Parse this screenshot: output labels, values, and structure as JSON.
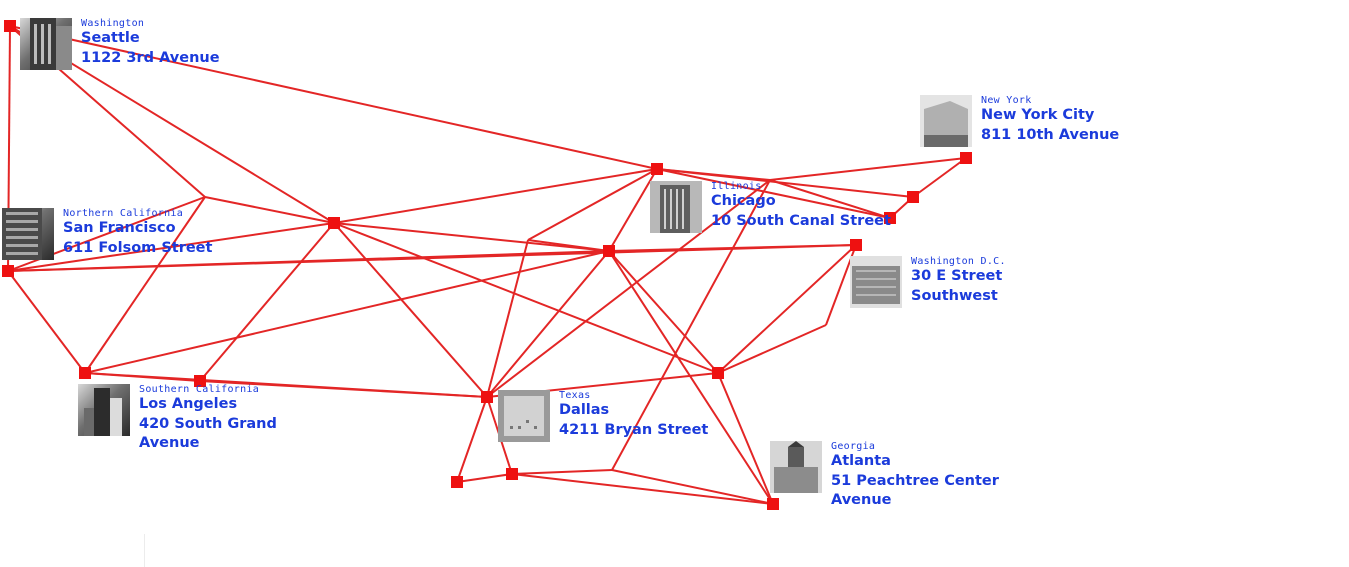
{
  "colors": {
    "route": "#e32626",
    "node": "#ee1111",
    "text": "#1b3bdb"
  },
  "locations": [
    {
      "id": "seattle",
      "region": "Washington",
      "city": "Seattle",
      "address": "1122 3rd Avenue",
      "photo_icon": "building-photo"
    },
    {
      "id": "sf",
      "region": "Northern California",
      "city": "San Francisco",
      "address": "611 Folsom Street",
      "photo_icon": "building-photo"
    },
    {
      "id": "la",
      "region": "Southern California",
      "city": "Los Angeles",
      "address": "420 South Grand Avenue",
      "photo_icon": "building-photo"
    },
    {
      "id": "dallas",
      "region": "Texas",
      "city": "Dallas",
      "address": "4211 Bryan Street",
      "photo_icon": "building-photo"
    },
    {
      "id": "chicago",
      "region": "Illinois",
      "city": "Chicago",
      "address": "10 South Canal Street",
      "photo_icon": "building-photo"
    },
    {
      "id": "nyc",
      "region": "New York",
      "city": "New York City",
      "address": "811 10th Avenue",
      "photo_icon": "building-photo"
    },
    {
      "id": "dc",
      "region": "Washington D.C.",
      "city": "",
      "address": "30 E Street Southwest",
      "photo_icon": "building-photo"
    },
    {
      "id": "atlanta",
      "region": "Georgia",
      "city": "Atlanta",
      "address": "51 Peachtree Center Avenue",
      "photo_icon": "building-photo"
    }
  ]
}
